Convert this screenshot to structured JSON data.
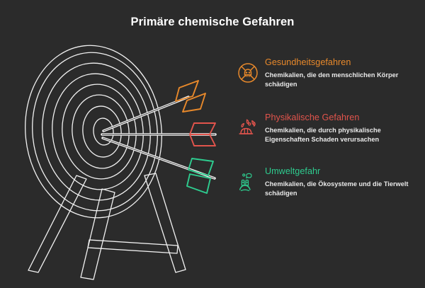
{
  "page": {
    "title": "Primäre chemische Gefahren",
    "background_color": "#2b2b2b"
  },
  "illustration": {
    "name": "archery-target-with-three-arrows",
    "target_line_color": "#f2f2f2",
    "rings": 7,
    "arrows": [
      {
        "label": "arrow-top",
        "fletching_color": "#e8892b",
        "hazard": "Gesundheitsgefahren"
      },
      {
        "label": "arrow-middle",
        "fletching_color": "#e2544c",
        "hazard": "Physikalische Gefahren"
      },
      {
        "label": "arrow-bottom",
        "fletching_color": "#2ecc8f",
        "hazard": "Umweltgefahr"
      }
    ],
    "stand": "tripod-easel"
  },
  "hazards": [
    {
      "id": "health",
      "heading": "Gesundheitsgefahren",
      "description": "Chemikalien, die den menschlichen Körper schädigen",
      "color": "#e8892b",
      "icon": "skull-in-circle-icon"
    },
    {
      "id": "physical",
      "heading": "Physikalische Gefahren",
      "description": "Chemikalien, die durch physikalische Eigenschaften Schaden verursachen",
      "color": "#e2544c",
      "icon": "hard-hat-explosion-icon"
    },
    {
      "id": "environment",
      "heading": "Umweltgefahr",
      "description": "Chemikalien, die Ökosysteme und die Tierwelt schädigen",
      "color": "#2ecc8f",
      "icon": "dead-fish-tree-icon"
    }
  ]
}
